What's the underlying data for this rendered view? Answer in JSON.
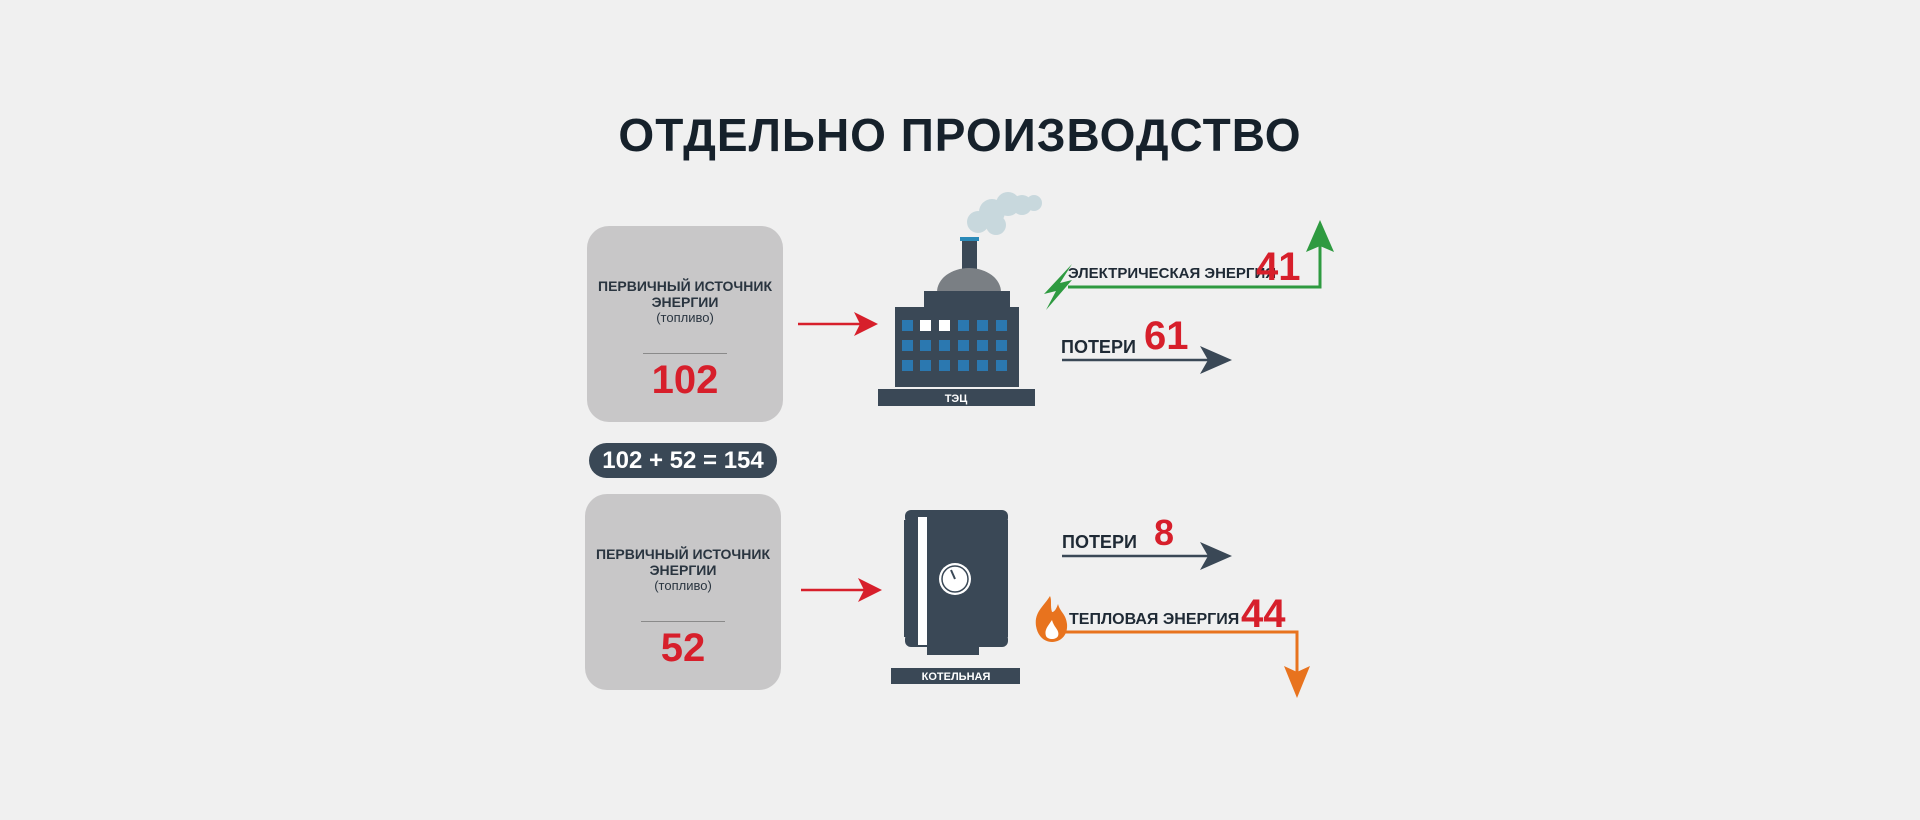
{
  "title": "ОТДЕЛЬНО ПРОИЗВОДСТВО",
  "sources": [
    {
      "label_line1": "ПЕРВИЧНЫЙ ИСТОЧНИК",
      "label_line2": "ЭНЕРГИИ",
      "label_sub": "(топливо)",
      "value": "102"
    },
    {
      "label_line1": "ПЕРВИЧНЫЙ ИСТОЧНИК",
      "label_line2": "ЭНЕРГИИ",
      "label_sub": "(топливо)",
      "value": "52"
    }
  ],
  "sum_formula": "102 + 52 = 154",
  "plant": {
    "label": "ТЭЦ"
  },
  "boiler": {
    "label": "КОТЕЛЬНАЯ"
  },
  "outputs": {
    "electric": {
      "label": "ЭЛЕКТРИЧЕСКАЯ ЭНЕРГИЯ",
      "value": "41"
    },
    "plant_losses": {
      "label": "ПОТЕРИ",
      "value": "61"
    },
    "boiler_losses": {
      "label": "ПОТЕРИ",
      "value": "8"
    },
    "heat": {
      "label": "ТЕПЛОВАЯ ЭНЕРГИЯ",
      "value": "44"
    }
  },
  "colors": {
    "background": "#f0f0f0",
    "accent_red": "#d71f2b",
    "dark": "#3a4856",
    "electric_green": "#2e9a40",
    "heat_orange": "#e8731e",
    "box_gray": "#c8c7c8"
  },
  "icons": [
    "power-plant-icon",
    "boiler-icon",
    "lightning-icon",
    "flame-icon",
    "smoke-icon",
    "gauge-icon"
  ]
}
